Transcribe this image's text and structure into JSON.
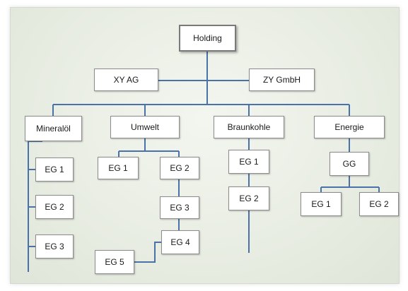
{
  "org_chart": {
    "root": "Holding",
    "side_left": "XY AG",
    "side_right": "ZY GmbH",
    "divisions": {
      "mineraloel": {
        "label": "Mineralöl",
        "units": [
          "EG 1",
          "EG 2",
          "EG 3"
        ]
      },
      "umwelt": {
        "label": "Umwelt",
        "units": [
          "EG 1",
          "EG 2",
          "EG 3",
          "EG 4",
          "EG 5"
        ]
      },
      "braunkohle": {
        "label": "Braunkohle",
        "units": [
          "EG 1",
          "EG 2"
        ]
      },
      "energie": {
        "label": "Energie",
        "sub": "GG",
        "units": [
          "EG 1",
          "EG 2"
        ]
      }
    }
  },
  "colors": {
    "connector": "#4a72a8",
    "box_border": "#8c8c8c",
    "background": "#e6ebe0"
  }
}
